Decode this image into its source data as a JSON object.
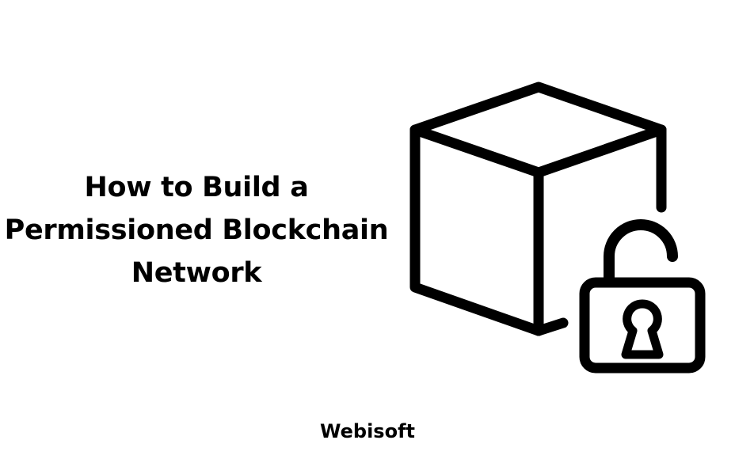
{
  "title": {
    "lines": [
      "How to Build a",
      "Permissioned Blockchain",
      "Network"
    ]
  },
  "brand": "Webisoft",
  "illustration": {
    "icons": [
      "cube-icon",
      "unlocked-padlock-icon"
    ],
    "stroke_color": "#000000",
    "background_color": "#ffffff"
  }
}
